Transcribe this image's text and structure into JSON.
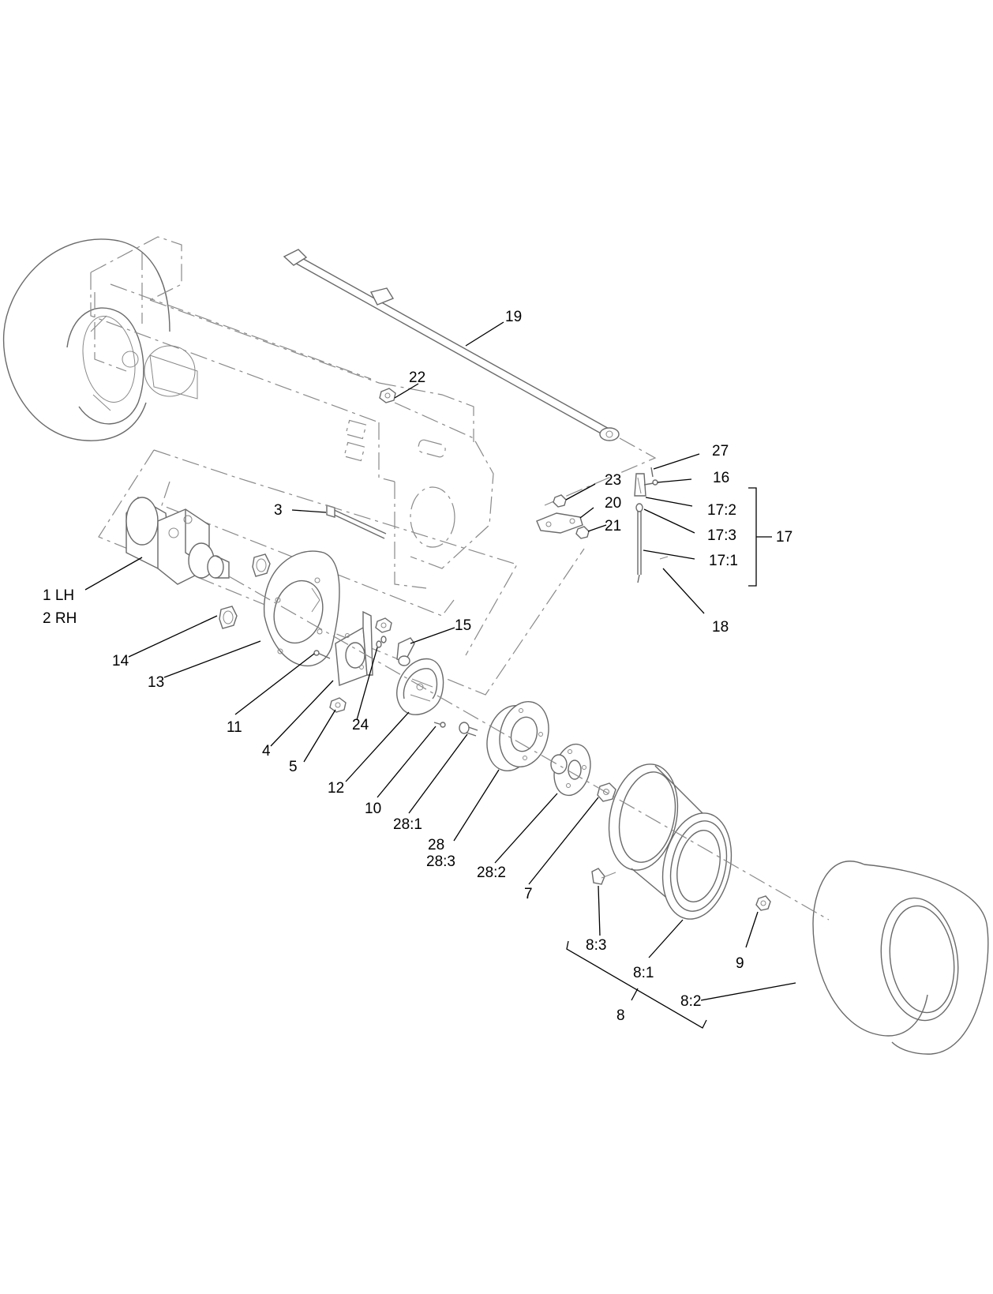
{
  "callouts": {
    "c1": "1 LH",
    "c2": "2 RH",
    "c3": "3",
    "c4": "4",
    "c5": "5",
    "c7": "7",
    "c8": "8",
    "c8_1": "8:1",
    "c8_2": "8:2",
    "c8_3": "8:3",
    "c9": "9",
    "c10": "10",
    "c11": "11",
    "c12": "12",
    "c13": "13",
    "c14": "14",
    "c15": "15",
    "c16": "16",
    "c17": "17",
    "c17_1": "17:1",
    "c17_2": "17:2",
    "c17_3": "17:3",
    "c18": "18",
    "c19": "19",
    "c20": "20",
    "c21": "21",
    "c22": "22",
    "c23": "23",
    "c24": "24",
    "c27": "27",
    "c28": "28",
    "c28_1": "28:1",
    "c28_2": "28:2",
    "c28_3": "28:3"
  }
}
